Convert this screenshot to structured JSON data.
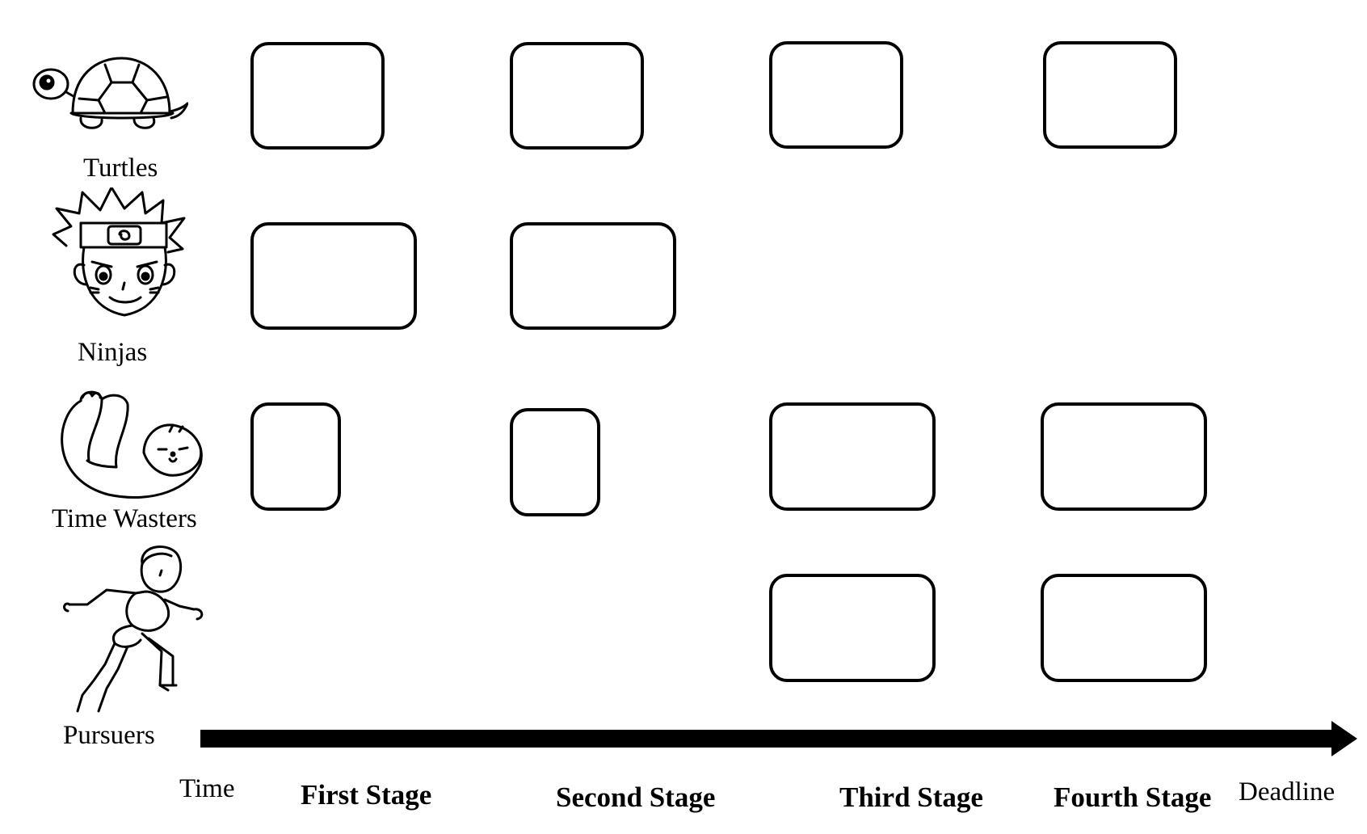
{
  "categories": [
    {
      "id": "turtles",
      "label": "Turtles",
      "icon": "turtle-icon"
    },
    {
      "id": "ninjas",
      "label": "Ninjas",
      "icon": "ninja-icon"
    },
    {
      "id": "time_wasters",
      "label": "Time Wasters",
      "icon": "sloth-icon"
    },
    {
      "id": "pursuers",
      "label": "Pursuers",
      "icon": "runner-icon"
    }
  ],
  "axis": {
    "start_label": "Time",
    "end_label": "Deadline",
    "stages": [
      "First Stage",
      "Second Stage",
      "Third Stage",
      "Fourth Stage"
    ],
    "color": "#000000"
  }
}
